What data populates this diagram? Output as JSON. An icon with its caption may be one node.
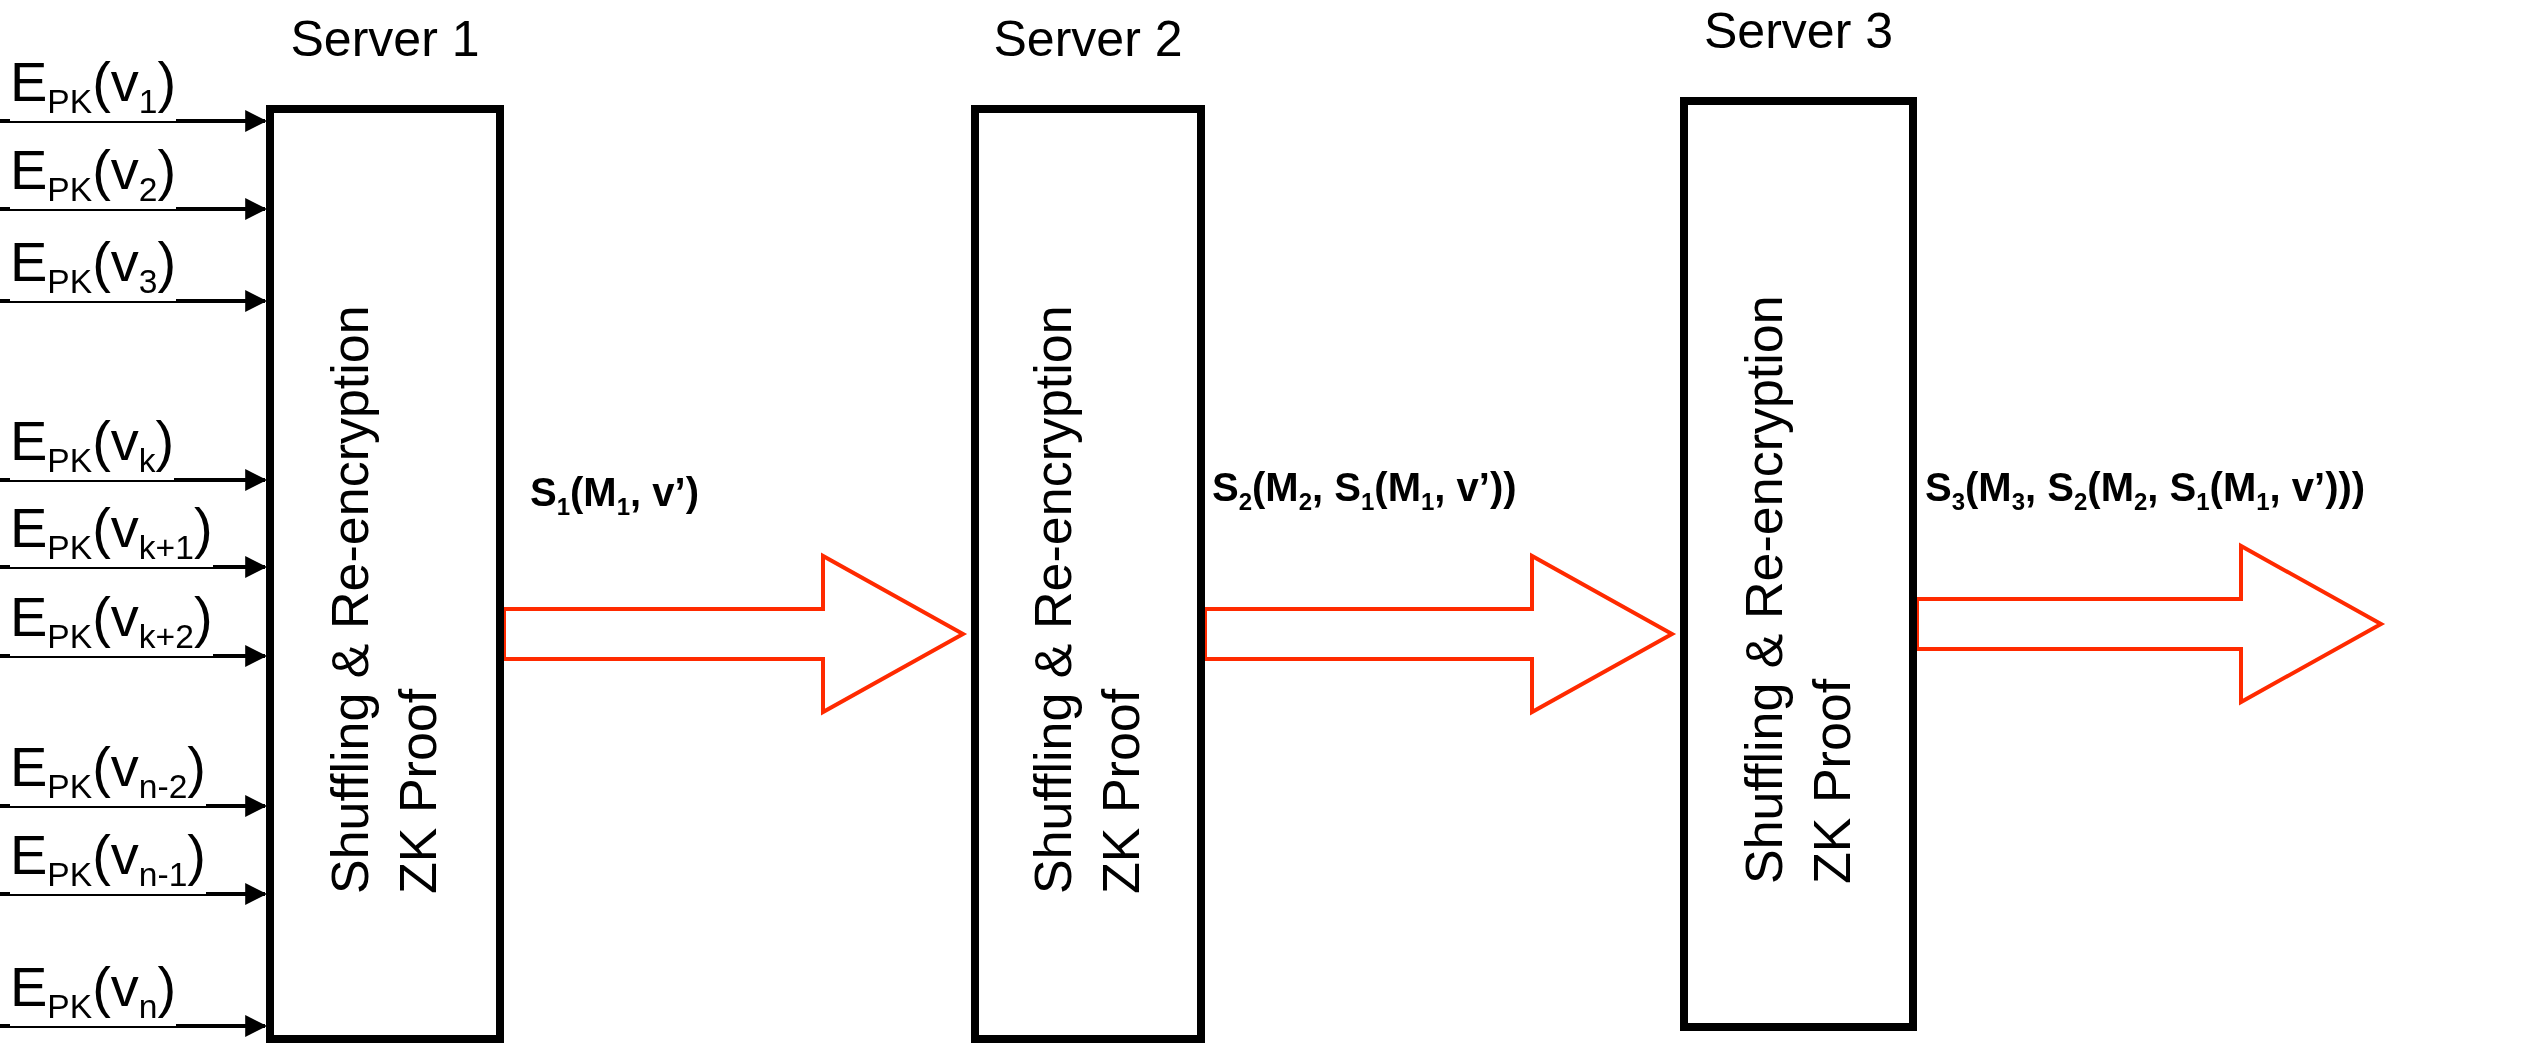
{
  "diagram": {
    "nodes": [
      {
        "text": [
          "Server 1",
          "Shuffling & Re-encryption ZK Proof"
        ]
      },
      {
        "text": [
          "Server 2",
          "Shuffling & Re-encryption ZK Proof"
        ]
      },
      {
        "text": [
          "Server 3",
          "Shuffling & Re-encryption ZK Proof"
        ]
      }
    ],
    "edges": [
      {
        "from": null,
        "to": 0,
        "arrow": "to",
        "label": "E$_{PK}$(v$_{1}$)"
      },
      {
        "from": null,
        "to": 0,
        "arrow": "to",
        "label": "E$_{PK}$(v$_{2}$)"
      },
      {
        "from": null,
        "to": 0,
        "arrow": "to",
        "label": "E$_{PK}$(v$_{3}$)"
      },
      {
        "from": null,
        "to": 0,
        "arrow": "to",
        "label": "E$_{PK}$(v$_{k}$)"
      },
      {
        "from": null,
        "to": 0,
        "arrow": "to",
        "label": "E$_{PK}$(v$_{k+1}$)"
      },
      {
        "from": null,
        "to": 0,
        "arrow": "to",
        "label": "E$_{PK}$(v$_{k+2}$)"
      },
      {
        "from": null,
        "to": 0,
        "arrow": "to",
        "label": "E$_{PK}$(v$_{n-2}$)"
      },
      {
        "from": null,
        "to": 0,
        "arrow": "to",
        "label": "E$_{PK}$(v$_{n-1}$)"
      },
      {
        "from": null,
        "to": 0,
        "arrow": "to",
        "label": "E$_{PK}$(v$_{n}$)"
      },
      {
        "from": 0,
        "to": 1,
        "arrow": "to",
        "label": "S$_{1}$(M$_{1}$, v’)",
        "style": "thick",
        "color": "#ff2a00"
      },
      {
        "from": 1,
        "to": 2,
        "arrow": "to",
        "label": "S$_{2}$(M$_{2}$, S$_{1}$(M$_{1}$, v’))",
        "style": "thick",
        "color": "#ff2a00"
      },
      {
        "from": 2,
        "to": null,
        "arrow": "to",
        "label": "S$_{3}$(M$_{3}$, S$_{2}$(M$_{2}$, S$_{1}$(M$_{1}$, v’)))",
        "style": "thick",
        "color": "#ff2a00"
      }
    ]
  }
}
